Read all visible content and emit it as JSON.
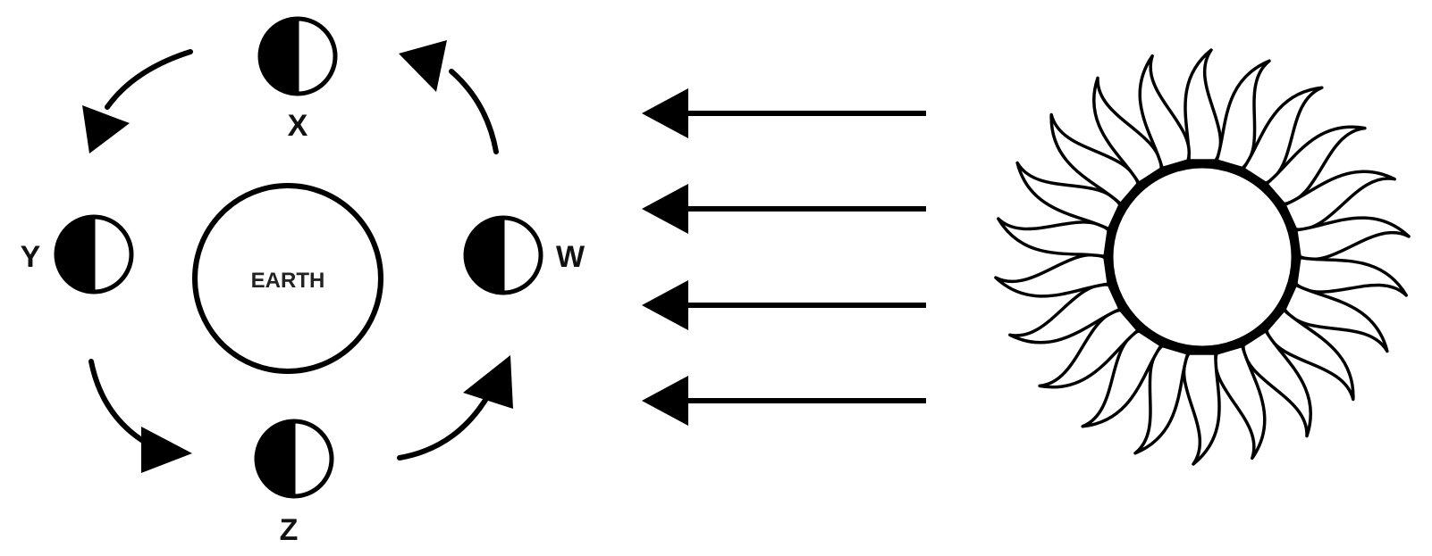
{
  "earth": {
    "label": "EARTH"
  },
  "moons": [
    {
      "id": "x",
      "label": "X"
    },
    {
      "id": "y",
      "label": "Y"
    },
    {
      "id": "z",
      "label": "Z"
    },
    {
      "id": "w",
      "label": "W"
    }
  ],
  "sunlight_arrow_count": 4,
  "colors": {
    "ink": "#000000",
    "background": "#ffffff"
  }
}
